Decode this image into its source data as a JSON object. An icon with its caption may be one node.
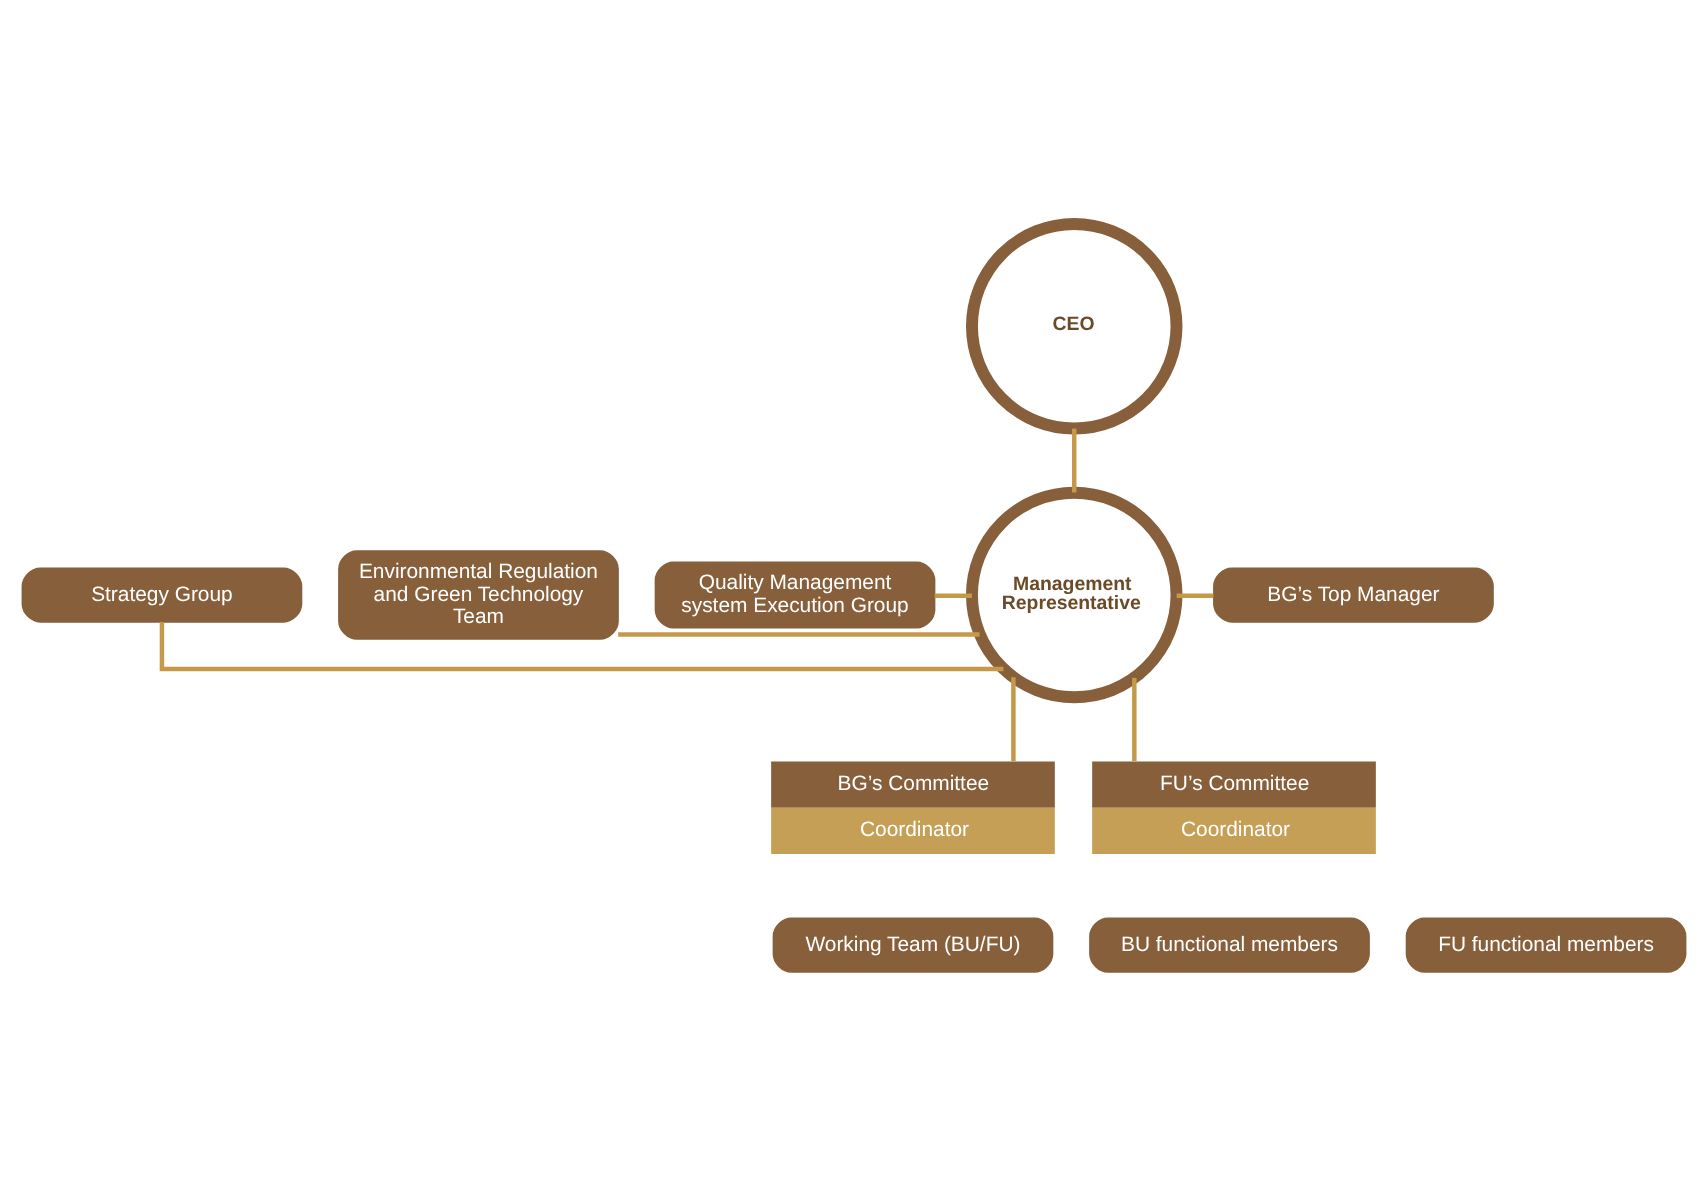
{
  "diagram": {
    "nodes": [
      {
        "text": [
          "CEO"
        ]
      },
      {
        "text": [
          "Strategy Group"
        ]
      },
      {
        "text": [
          "Environmental Regulation and Green Technology Team"
        ]
      },
      {
        "text": [
          "Quality Management system Execution Group"
        ]
      },
      {
        "text": [
          "Management Representative"
        ]
      },
      {
        "text": [
          "BG’s Top Manager"
        ]
      },
      {
        "text": [
          "BG’s Committee",
          "Coordinator"
        ]
      },
      {
        "text": [
          "FU’s Committee",
          "Coordinator"
        ]
      },
      {
        "text": [
          "Working Team (BU/FU)"
        ]
      },
      {
        "text": [
          "BU functional members"
        ]
      },
      {
        "text": [
          "FU functional members"
        ]
      }
    ],
    "edges": [
      {
        "from": 0,
        "to": 4,
        "arrow": "none"
      },
      {
        "from": 1,
        "to": 4,
        "arrow": "none"
      },
      {
        "from": 2,
        "to": 4,
        "arrow": "none"
      },
      {
        "from": 3,
        "to": 4,
        "arrow": "none"
      },
      {
        "from": 4,
        "to": 5,
        "arrow": "none"
      },
      {
        "from": 4,
        "to": 6,
        "arrow": "none"
      },
      {
        "from": 4,
        "to": 7,
        "arrow": "none"
      }
    ]
  }
}
